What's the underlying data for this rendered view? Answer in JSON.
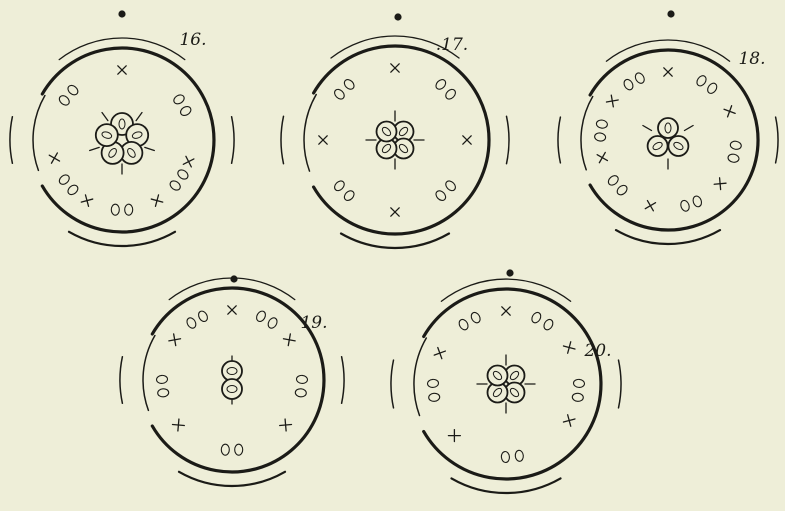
{
  "figures": [
    {
      "label": "16.",
      "ovary": "pentamerous"
    },
    {
      "label": ".17.",
      "ovary": "tetramerous"
    },
    {
      "label": "18.",
      "ovary": "trimerous"
    },
    {
      "label": "19.",
      "ovary": "dimerous"
    },
    {
      "label": "20.",
      "ovary": "tetramerous"
    }
  ],
  "colors": {
    "paper": "#eeeed8",
    "ink": "#1b1b17"
  }
}
